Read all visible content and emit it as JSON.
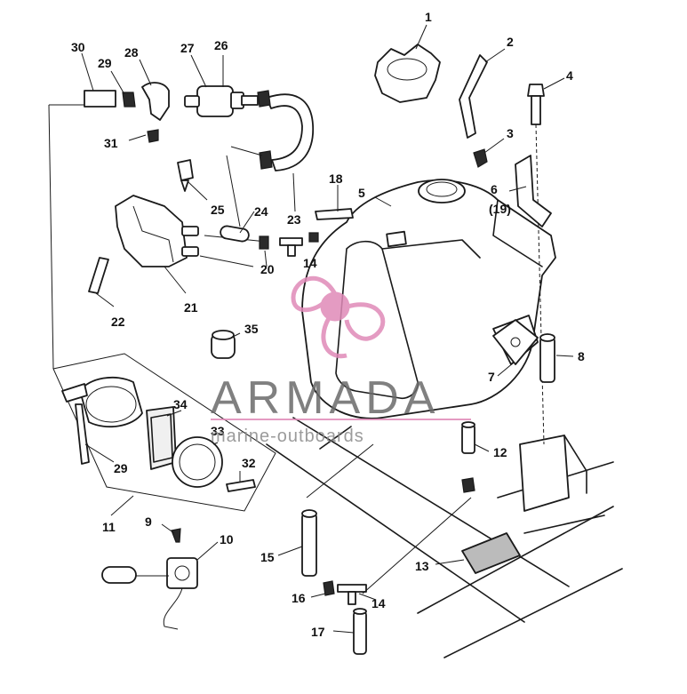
{
  "part_labels": {
    "p1": "1",
    "p2": "2",
    "p3": "3",
    "p4": "4",
    "p5": "5",
    "p6": "6",
    "p6alt": "(19)",
    "p7": "7",
    "p8": "8",
    "p9": "9",
    "p10": "10",
    "p11": "11",
    "p12": "12",
    "p13": "13",
    "p14a": "14",
    "p14b": "14",
    "p15": "15",
    "p16": "16",
    "p17": "17",
    "p18": "18",
    "p20": "20",
    "p21": "21",
    "p22": "22",
    "p23": "23",
    "p24": "24",
    "p25": "25",
    "p26": "26",
    "p27": "27",
    "p28": "28",
    "p29a": "29",
    "p29b": "29",
    "p30": "30",
    "p31": "31",
    "p32": "32",
    "p33": "33",
    "p34": "34",
    "p35": "35"
  },
  "watermark": {
    "brand": "ARMADA",
    "tagline": "marine-outboards",
    "colors": {
      "logo": "#e08ab8",
      "text": "#6a6a6a",
      "line": "#e08ab8"
    }
  }
}
